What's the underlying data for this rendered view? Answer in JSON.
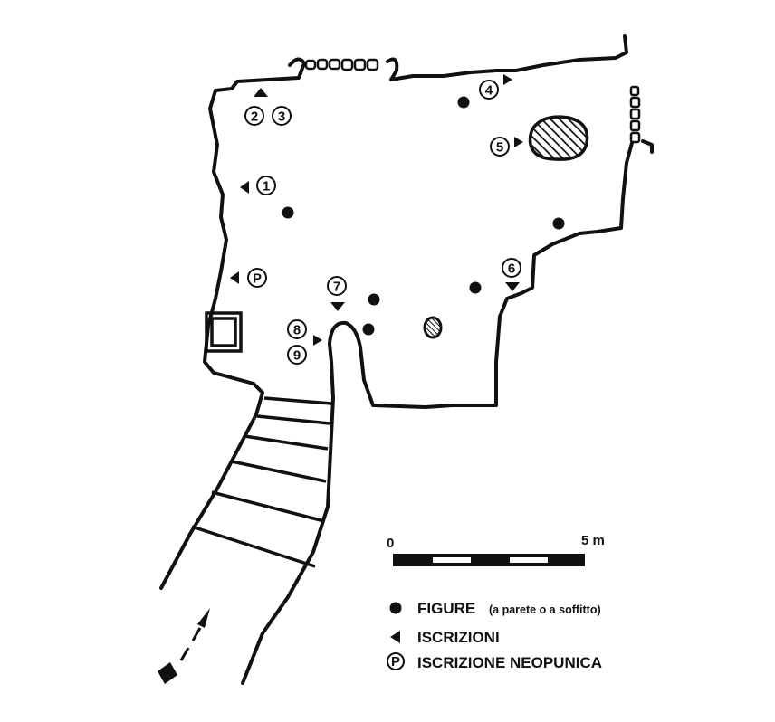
{
  "markers": [
    {
      "id": "1",
      "label": "1"
    },
    {
      "id": "2",
      "label": "2"
    },
    {
      "id": "3",
      "label": "3"
    },
    {
      "id": "4",
      "label": "4"
    },
    {
      "id": "5",
      "label": "5"
    },
    {
      "id": "6",
      "label": "6"
    },
    {
      "id": "7",
      "label": "7"
    },
    {
      "id": "8",
      "label": "8"
    },
    {
      "id": "9",
      "label": "9"
    },
    {
      "id": "P",
      "label": "P"
    }
  ],
  "scale": {
    "start_label": "0",
    "end_label": "5 m"
  },
  "legend": {
    "figure_label": "FIGURE",
    "figure_note": "(a parete o a soffitto)",
    "inscription_label": "ISCRIZIONI",
    "neopunic_symbol": "P",
    "neopunic_label": "ISCRIZIONE NEOPUNICA"
  },
  "colors": {
    "ink": "#111111",
    "paper": "#ffffff"
  }
}
